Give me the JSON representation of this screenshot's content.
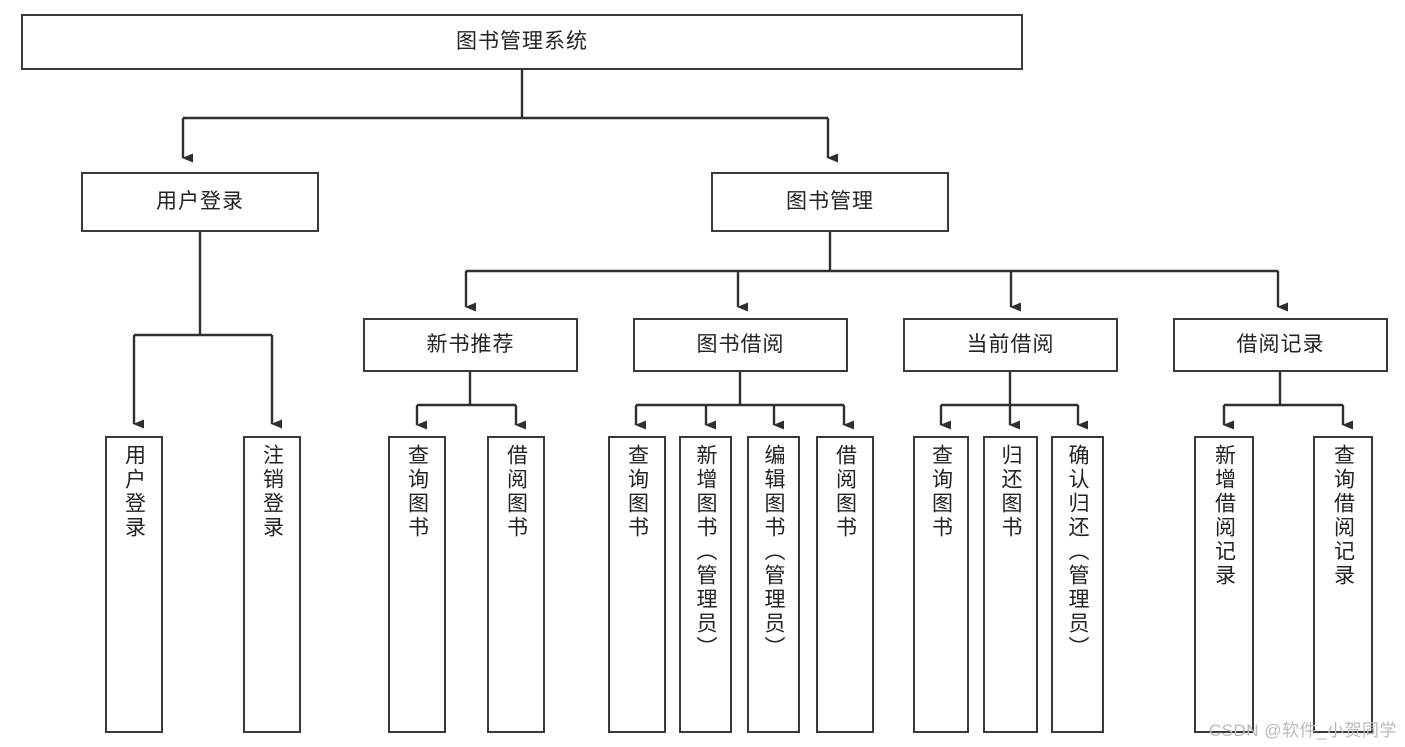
{
  "diagram": {
    "title": "图书管理系统",
    "type": "hierarchy-tree",
    "root": {
      "id": "root",
      "label": "图书管理系统"
    },
    "level1": [
      {
        "id": "user-login",
        "label": "用户登录"
      },
      {
        "id": "book-management",
        "label": "图书管理"
      }
    ],
    "level2": [
      {
        "id": "new-book-recommend",
        "label": "新书推荐",
        "parent": "book-management"
      },
      {
        "id": "book-borrow",
        "label": "图书借阅",
        "parent": "book-management"
      },
      {
        "id": "current-borrow",
        "label": "当前借阅",
        "parent": "book-management"
      },
      {
        "id": "borrow-record",
        "label": "借阅记录",
        "parent": "book-management"
      }
    ],
    "leaves": [
      {
        "id": "leaf-user-login",
        "label": "用户登录",
        "parent": "user-login"
      },
      {
        "id": "leaf-logout-login",
        "label": "注销登录",
        "parent": "user-login"
      },
      {
        "id": "leaf-query-book-1",
        "label": "查询图书",
        "parent": "new-book-recommend"
      },
      {
        "id": "leaf-borrow-book-1",
        "label": "借阅图书",
        "parent": "new-book-recommend"
      },
      {
        "id": "leaf-query-book-2",
        "label": "查询图书",
        "parent": "book-borrow"
      },
      {
        "id": "leaf-add-book",
        "label": "新增图书（管理员）",
        "parent": "book-borrow"
      },
      {
        "id": "leaf-edit-book",
        "label": "编辑图书（管理员）",
        "parent": "book-borrow"
      },
      {
        "id": "leaf-borrow-book-2",
        "label": "借阅图书",
        "parent": "book-borrow"
      },
      {
        "id": "leaf-query-book-3",
        "label": "查询图书",
        "parent": "current-borrow"
      },
      {
        "id": "leaf-return-book",
        "label": "归还图书",
        "parent": "current-borrow"
      },
      {
        "id": "leaf-confirm-return",
        "label": "确认归还（管理员）",
        "parent": "current-borrow"
      },
      {
        "id": "leaf-add-record",
        "label": "新增借阅记录",
        "parent": "borrow-record"
      },
      {
        "id": "leaf-query-record",
        "label": "查询借阅记录",
        "parent": "borrow-record"
      }
    ],
    "colors": {
      "stroke": "#3a3a3a",
      "text": "#232323",
      "background": "#ffffff",
      "watermark": "#b9b9b9"
    }
  },
  "watermark": {
    "text": "CSDN @软件_小贺同学"
  }
}
